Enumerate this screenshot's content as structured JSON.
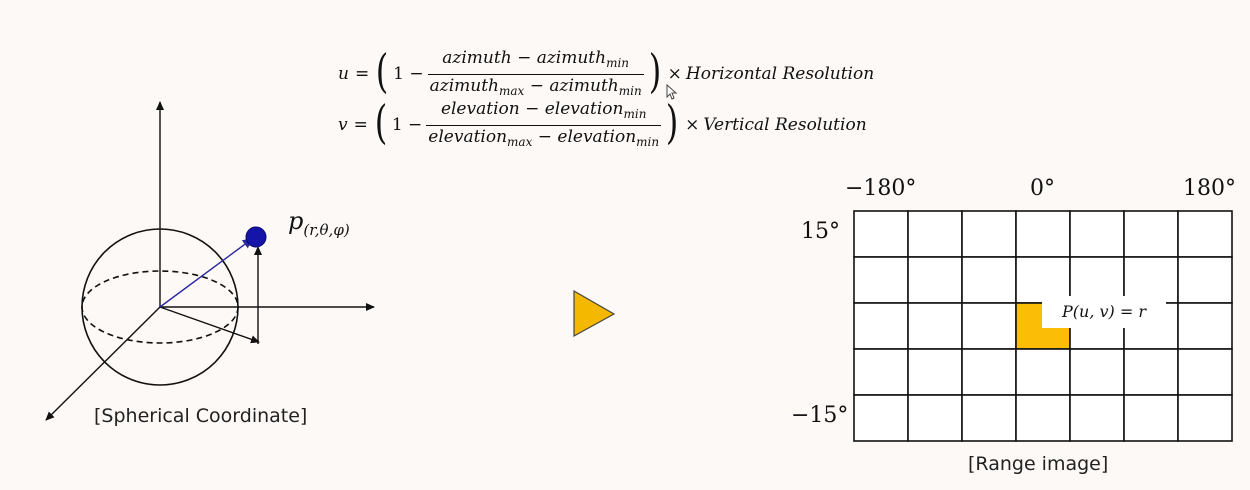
{
  "formulas": {
    "u": {
      "lhs": "u",
      "equals": "=",
      "one_minus": "1 −",
      "numerator": "azimuth − azimuth",
      "numerator_sub": "min",
      "denominator_a": "azimuth",
      "denominator_a_sub": "max",
      "denominator_mid": " − azimuth",
      "denominator_b_sub": "min",
      "times": "×",
      "factor": "Horizontal Resolution"
    },
    "v": {
      "lhs": "v",
      "equals": "=",
      "one_minus": "1 −",
      "numerator": "elevation − elevation",
      "numerator_sub": "min",
      "denominator_a": "elevation",
      "denominator_a_sub": "max",
      "denominator_mid": " − elevation",
      "denominator_b_sub": "min",
      "times": "×",
      "factor": "Vertical Resolution"
    }
  },
  "spherical": {
    "point_label": "p",
    "point_label_sub": "(r,θ,φ)",
    "caption": "[Spherical Coordinate]",
    "point_color": "#1a1aa8",
    "vector_color": "#2a2aa0"
  },
  "arrow": {
    "color": "#f5b800"
  },
  "range_image": {
    "caption": "[Range image]",
    "azimuth_ticks": [
      "−180°",
      "0°",
      "180°"
    ],
    "elevation_ticks": [
      "15°",
      "−15°"
    ],
    "rows": 5,
    "cols": 7,
    "highlight_cell": {
      "row": 2,
      "col": 3
    },
    "highlight_color": "#fbbd05",
    "pixel_label": "P(u, v) = r"
  }
}
